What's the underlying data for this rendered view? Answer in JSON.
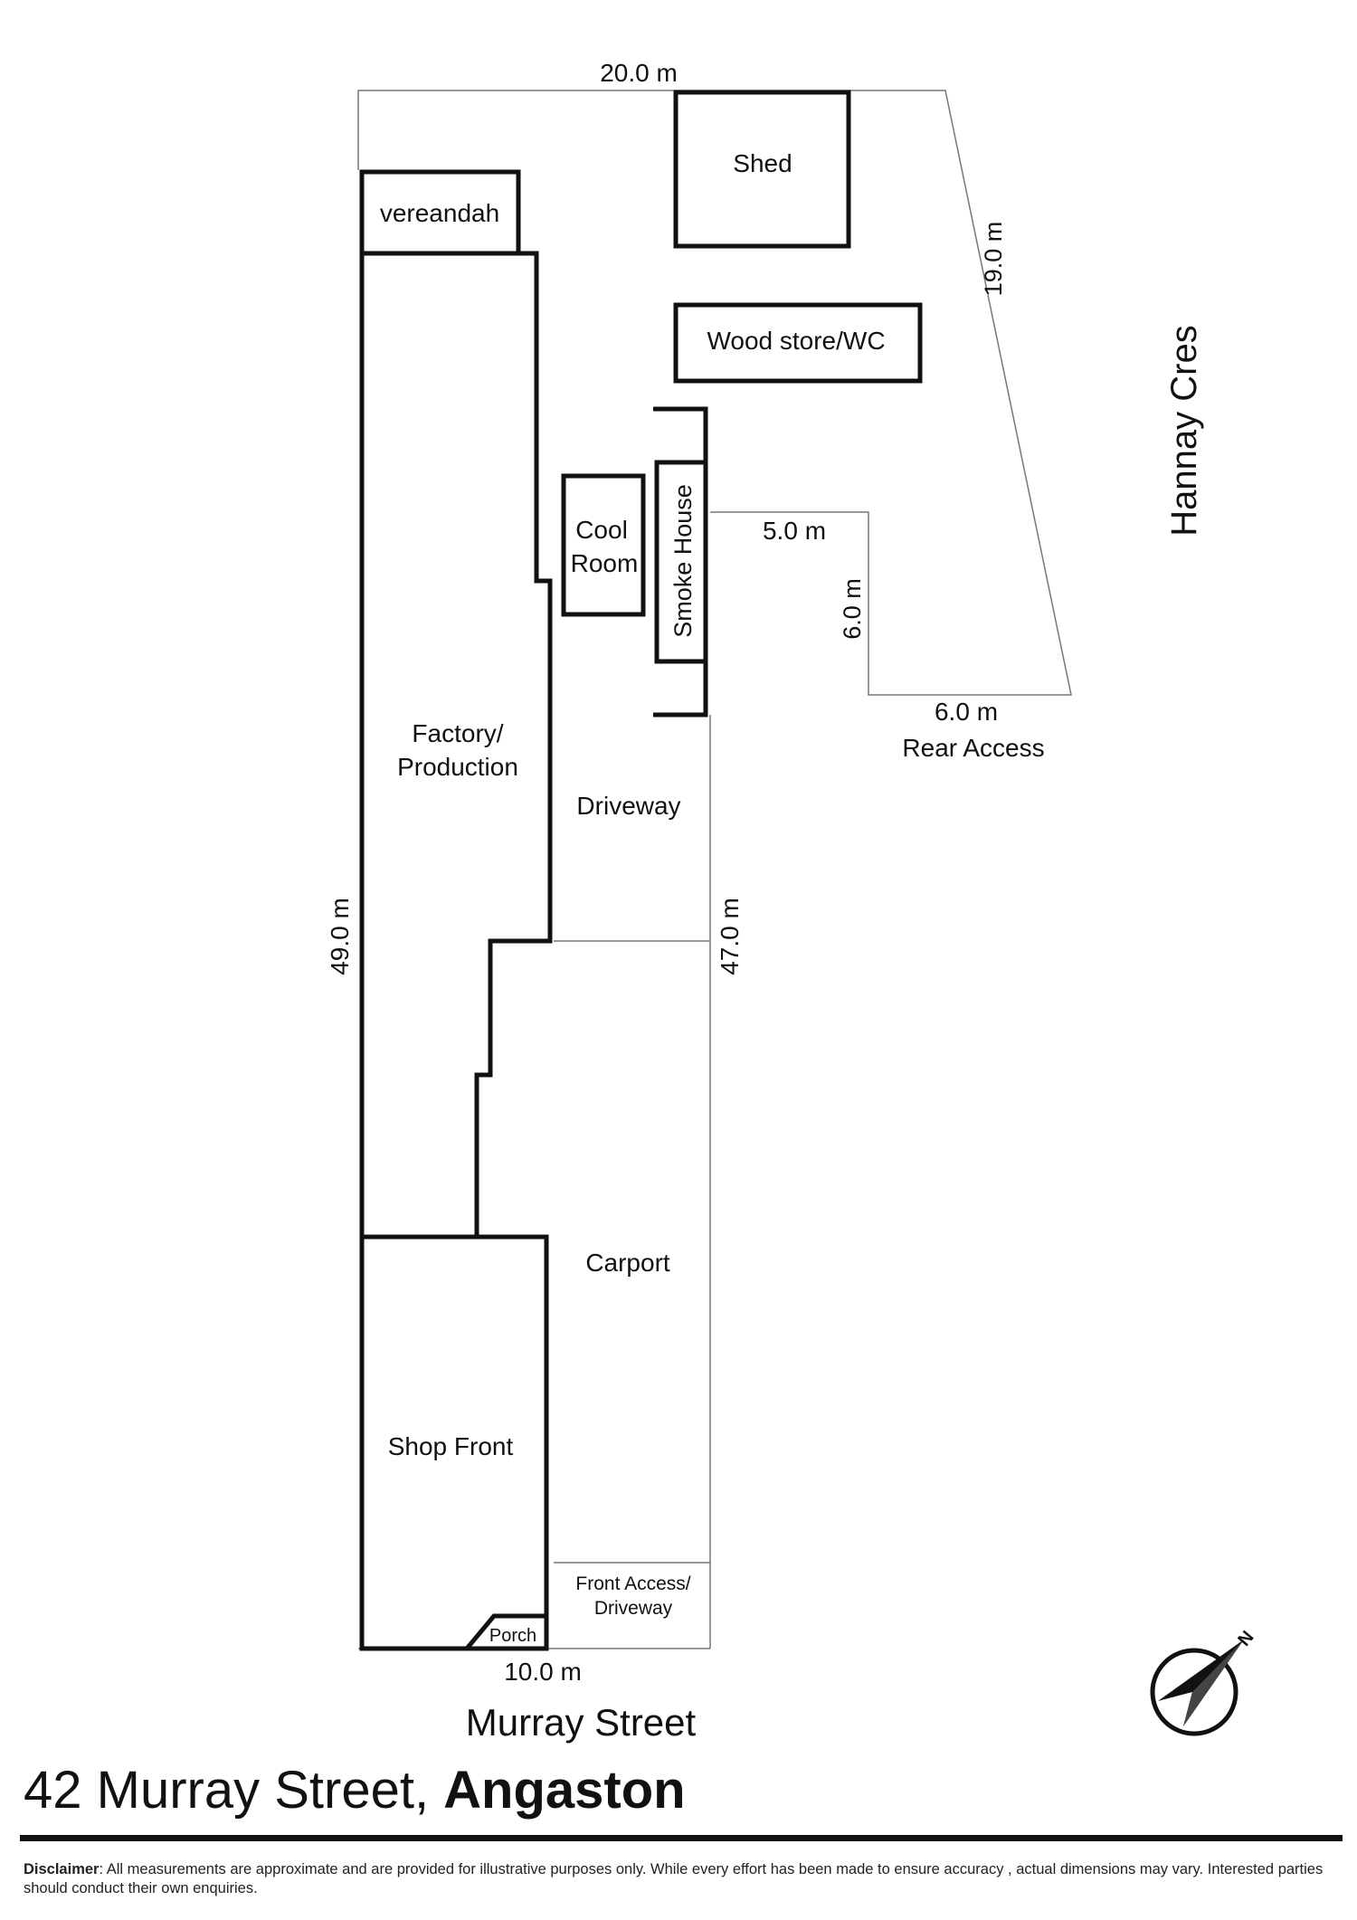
{
  "rooms": {
    "vereandah": "vereandah",
    "shed": "Shed",
    "wood_store": "Wood store/WC",
    "cool_room_line1": "Cool",
    "cool_room_line2": "Room",
    "smoke_house": "Smoke House",
    "factory_line1": "Factory/",
    "factory_line2": "Production",
    "driveway": "Driveway",
    "carport": "Carport",
    "shop_front": "Shop Front",
    "front_access_line1": "Front Access/",
    "front_access_line2": "Driveway",
    "porch": "Porch",
    "rear_access": "Rear Access"
  },
  "dimensions": {
    "top": "20.0 m",
    "diagonal": "19.0 m",
    "notch_top": "5.0 m",
    "notch_side": "6.0 m",
    "notch_bottom": "6.0 m",
    "left": "49.0 m",
    "right": "47.0 m",
    "bottom": "10.0 m"
  },
  "streets": {
    "side": "Hannay Cres",
    "front": "Murray Street"
  },
  "compass": {
    "icon": "north-arrow-icon",
    "label": "N"
  },
  "title": {
    "address": "42 Murray Street, ",
    "suburb": "Angaston"
  },
  "disclaimer": {
    "label": "Disclaimer",
    "text": ": All measurements are approximate and are provided for illustrative purposes only. While every effort has been made to ensure accuracy , actual dimensions may vary. Interested parties should conduct their own enquiries."
  }
}
